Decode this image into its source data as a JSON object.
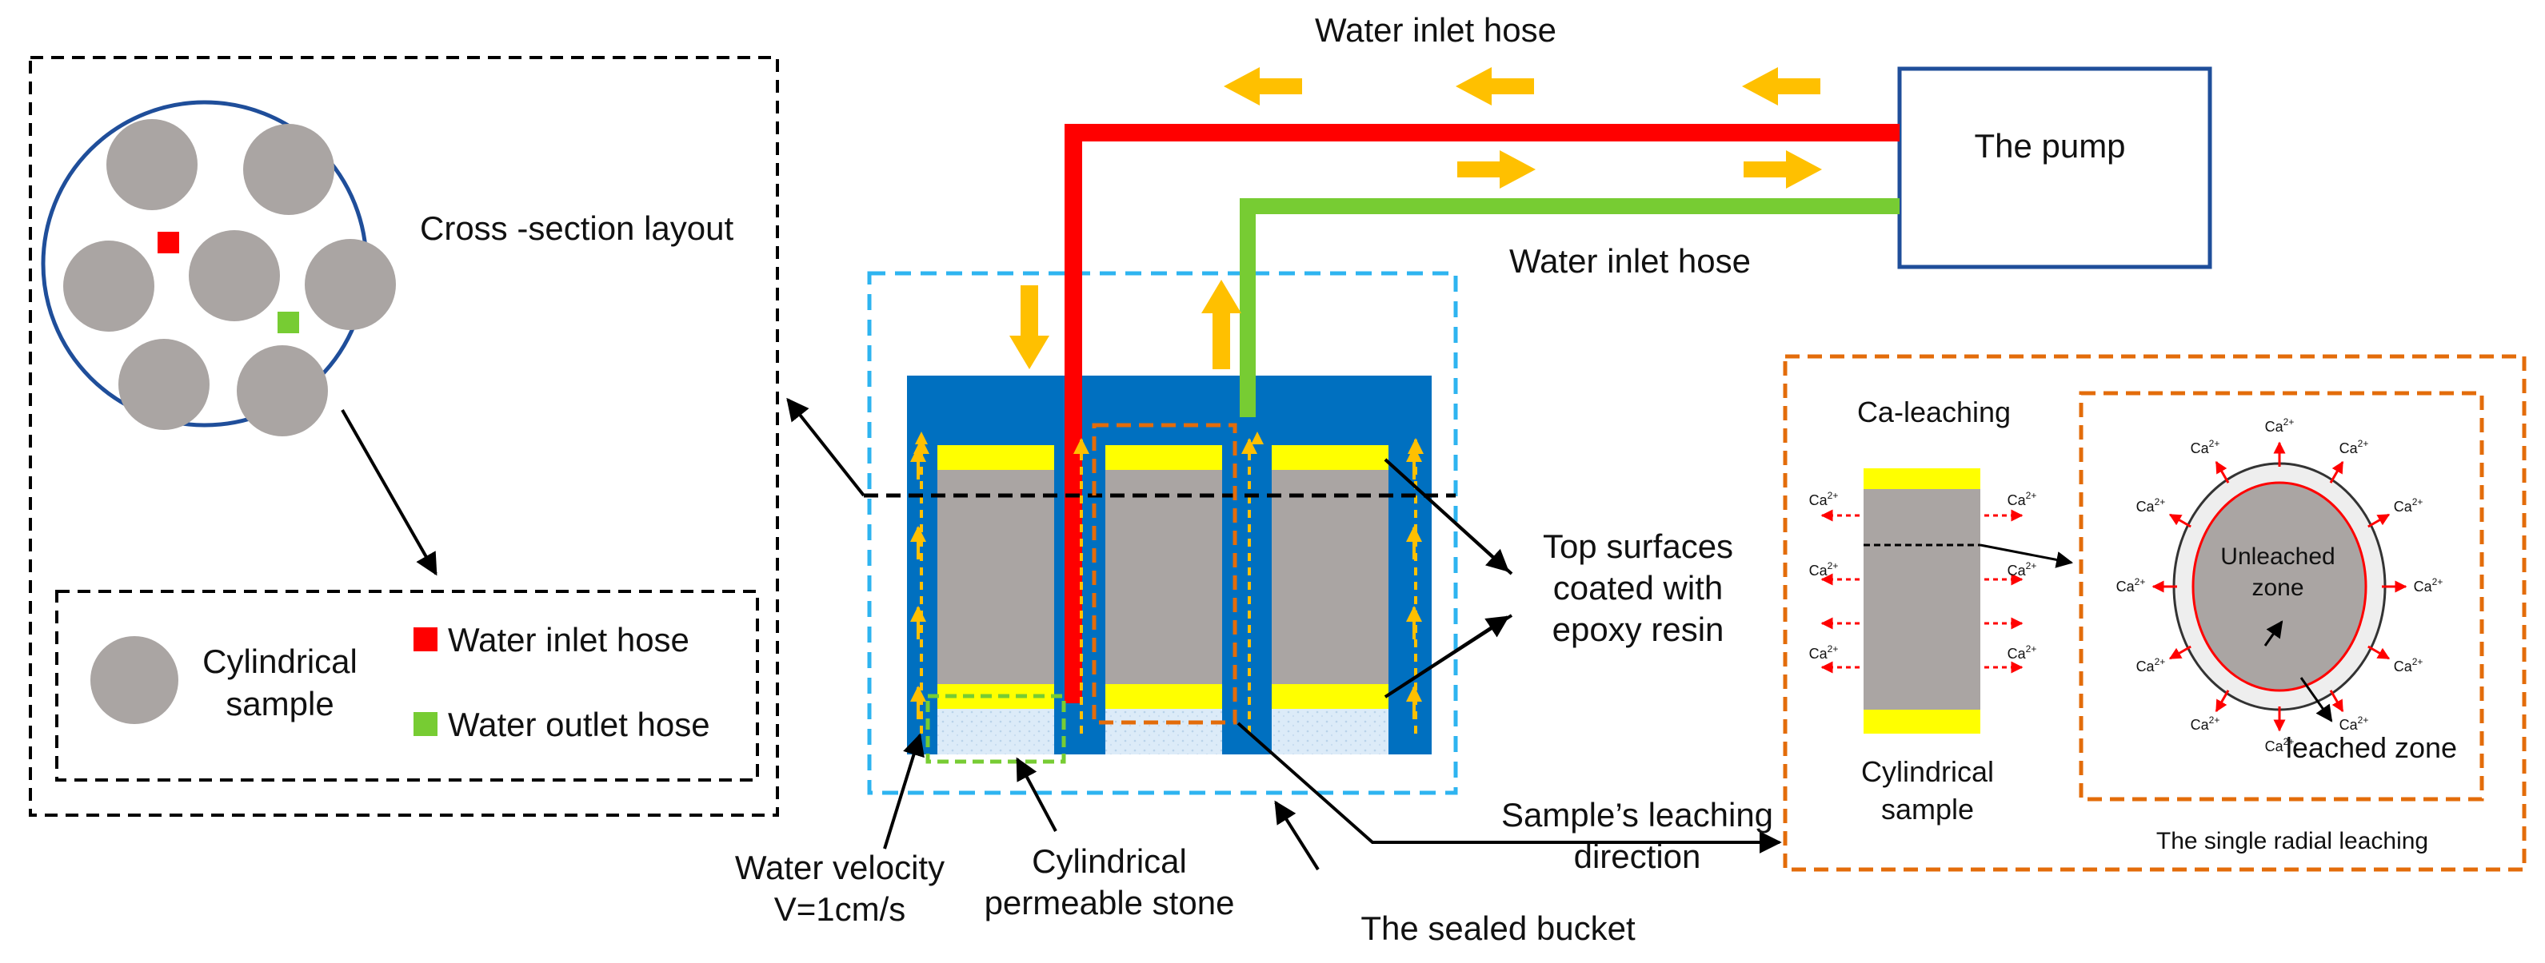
{
  "labels": {
    "water_inlet_hose_top": "Water inlet hose",
    "water_inlet_hose_mid": "Water inlet hose",
    "pump": "The pump",
    "cross_section_layout": "Cross -section layout",
    "legend_cylindrical_sample_1": "Cylindrical",
    "legend_cylindrical_sample_2": "sample",
    "legend_water_inlet_hose": "Water inlet hose",
    "legend_water_outlet_hose": "Water outlet hose",
    "top_surfaces_1": "Top surfaces",
    "top_surfaces_2": "coated with",
    "top_surfaces_3": "epoxy resin",
    "leaching_direction_1": "Sample’s leaching",
    "leaching_direction_2": "direction",
    "water_velocity_1": "Water velocity",
    "water_velocity_2": "V=1cm/s",
    "permeable_stone_1": "Cylindrical",
    "permeable_stone_2": "permeable stone",
    "sealed_bucket": "The sealed bucket",
    "ca_leaching": "Ca-leaching",
    "cyl_sample_1": "Cylindrical",
    "cyl_sample_2": "sample",
    "unleached_zone_1": "Unleached",
    "unleached_zone_2": "zone",
    "leached_zone": "leached zone",
    "single_radial_leaching": "The single radial leaching",
    "ca_ion_base": "Ca",
    "ca_ion_charge": "2+"
  },
  "colors": {
    "inlet_hose": "#ff0000",
    "outlet_hose": "#77cc33",
    "bucket_fill": "#0070c0",
    "sample_gray": "#aaa5a3",
    "epoxy_yellow": "#ffff00",
    "flow_arrow": "#ffc000",
    "cross_section_frame": "#1f4e9a",
    "dashed_blue": "#2eb4f0",
    "dashed_orange": "#e36c0a",
    "ion_arrow": "#ff0000",
    "stone_fill": "#d9ecf9"
  }
}
